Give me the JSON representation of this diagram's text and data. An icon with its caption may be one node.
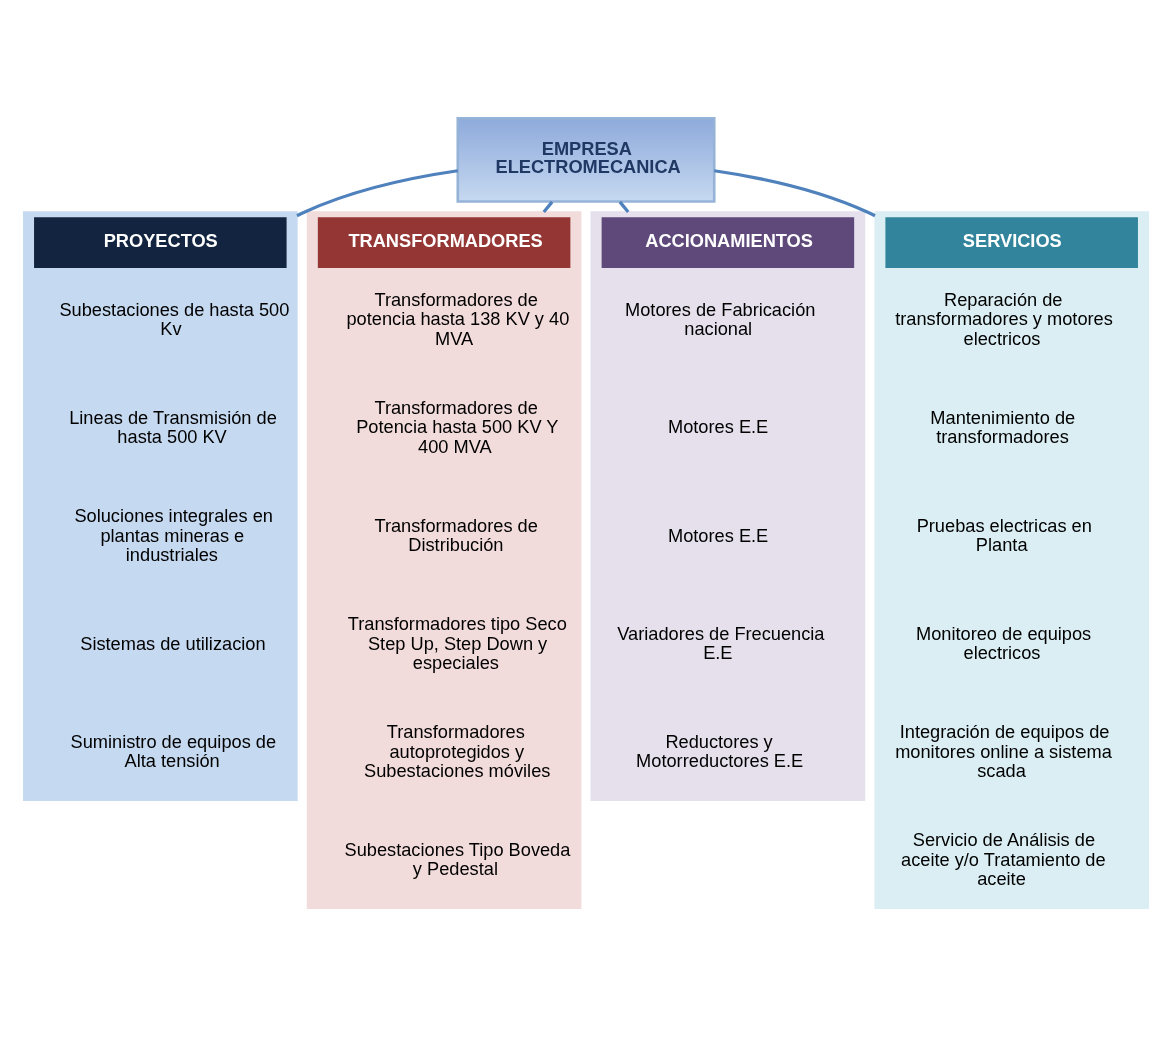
{
  "diagram": {
    "nodes": [
      {
        "text": [
          "EMPRESA ELECTROMECANICA"
        ]
      },
      {
        "text": [
          "PROYECTOS"
        ]
      },
      {
        "text": [
          "Subestaciones de hasta 500 Kv"
        ],
        "in": 1
      },
      {
        "text": [
          "Lineas de Transmisión de hasta 500 KV"
        ],
        "in": 1
      },
      {
        "text": [
          "Soluciones integrales en plantas mineras e industriales"
        ],
        "in": 1
      },
      {
        "text": [
          "Sistemas de utilizacion"
        ],
        "in": 1
      },
      {
        "text": [
          "Suministro de equipos de Alta tensión"
        ],
        "in": 1
      },
      {
        "text": [
          "TRANSFORMADORES"
        ]
      },
      {
        "text": [
          "Transformadores de potencia hasta 138 KV y 40 MVA"
        ],
        "in": 7
      },
      {
        "text": [
          "Transformadores de Potencia hasta 500 KV Y 400 MVA"
        ],
        "in": 7
      },
      {
        "text": [
          "Transformadores de Distribución"
        ],
        "in": 7
      },
      {
        "text": [
          "Transformadores tipo Seco Step Up, Step Down y especiales"
        ],
        "in": 7
      },
      {
        "text": [
          "Transformadores autoprotegidos y Subestaciones móviles"
        ],
        "in": 7
      },
      {
        "text": [
          "Subestaciones Tipo Boveda y Pedestal"
        ],
        "in": 7
      },
      {
        "text": [
          "ACCIONAMIENTOS"
        ]
      },
      {
        "text": [
          "Motores de Fabricación nacional"
        ],
        "in": 14
      },
      {
        "text": [
          "Motores E.E"
        ],
        "in": 14
      },
      {
        "text": [
          "Motores E.E"
        ],
        "in": 14
      },
      {
        "text": [
          "Variadores de Frecuencia E.E"
        ],
        "in": 14
      },
      {
        "text": [
          "Reductores y Motorreductores E.E"
        ],
        "in": 14
      },
      {
        "text": [
          "SERVICIOS"
        ]
      },
      {
        "text": [
          "Reparación de transformadores y motores electricos"
        ],
        "in": 20
      },
      {
        "text": [
          "Mantenimiento de transformadores"
        ],
        "in": 20
      },
      {
        "text": [
          "Pruebas electricas en Planta"
        ],
        "in": 20
      },
      {
        "text": [
          "Monitoreo de equipos electricos"
        ],
        "in": 20
      },
      {
        "text": [
          "Integración de equipos de monitores online a sistema scada"
        ],
        "in": 20
      },
      {
        "text": [
          "Servicio de Análisis de aceite y/o Tratamiento de aceite"
        ],
        "in": 20
      }
    ],
    "edges": [
      {
        "from": 0,
        "to": 1,
        "arrow": "none"
      },
      {
        "from": 0,
        "to": 7,
        "arrow": "none"
      },
      {
        "from": 0,
        "to": 14,
        "arrow": "none"
      },
      {
        "from": 0,
        "to": 20,
        "arrow": "none"
      }
    ]
  }
}
